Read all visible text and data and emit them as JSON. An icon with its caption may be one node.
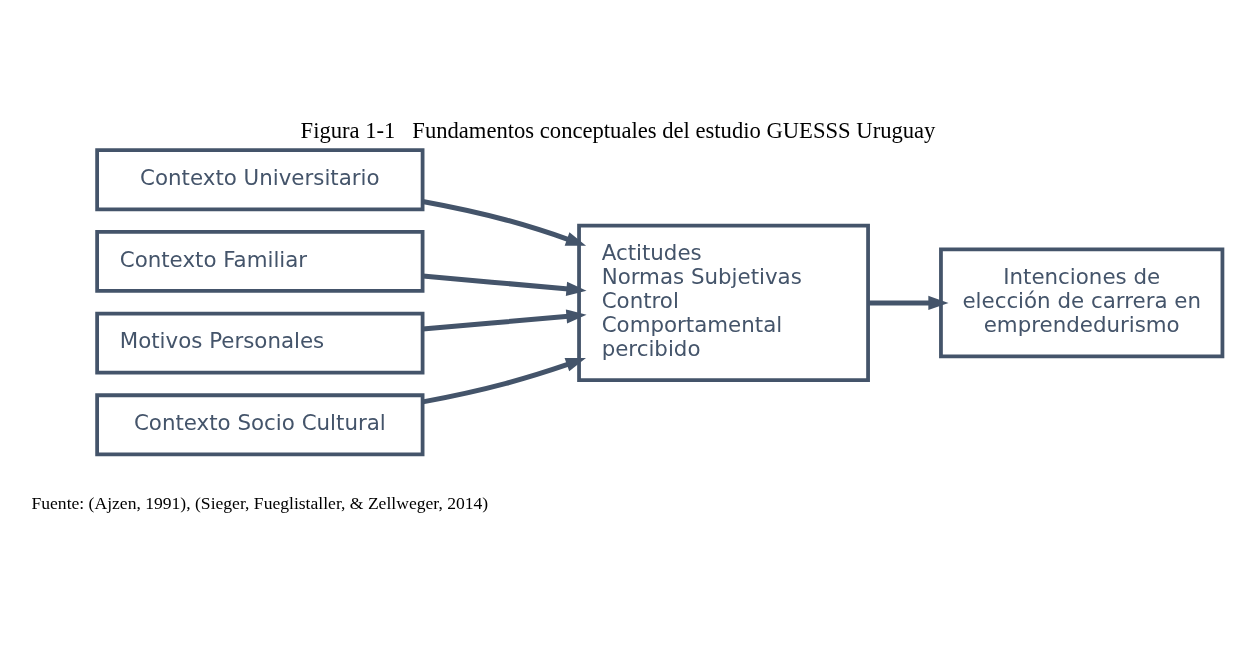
{
  "diagram": {
    "title": "Figura 1-1   Fundamentos conceptuales del estudio GUESSS Uruguay",
    "caption": "Fuente: (Ajzen, 1991), (Sieger, Fueglistaller, & Zellweger, 2014)",
    "nodes": [
      {
        "text": [
          "Contexto Universitario"
        ]
      },
      {
        "text": [
          "Contexto Familiar"
        ]
      },
      {
        "text": [
          "Motivos Personales"
        ]
      },
      {
        "text": [
          "Contexto Socio Cultural"
        ]
      },
      {
        "text": [
          "Actitudes",
          "Normas Subjetivas",
          "Control Comportamental percibido"
        ]
      },
      {
        "text": [
          "Intenciones de elección de carrera en emprendedurismo"
        ]
      }
    ],
    "edges": [
      {
        "from": 0,
        "to": 4,
        "arrow": "to"
      },
      {
        "from": 1,
        "to": 4,
        "arrow": "to"
      },
      {
        "from": 2,
        "to": 4,
        "arrow": "to"
      },
      {
        "from": 3,
        "to": 4,
        "arrow": "to"
      },
      {
        "from": 4,
        "to": 5,
        "arrow": "to"
      }
    ]
  }
}
